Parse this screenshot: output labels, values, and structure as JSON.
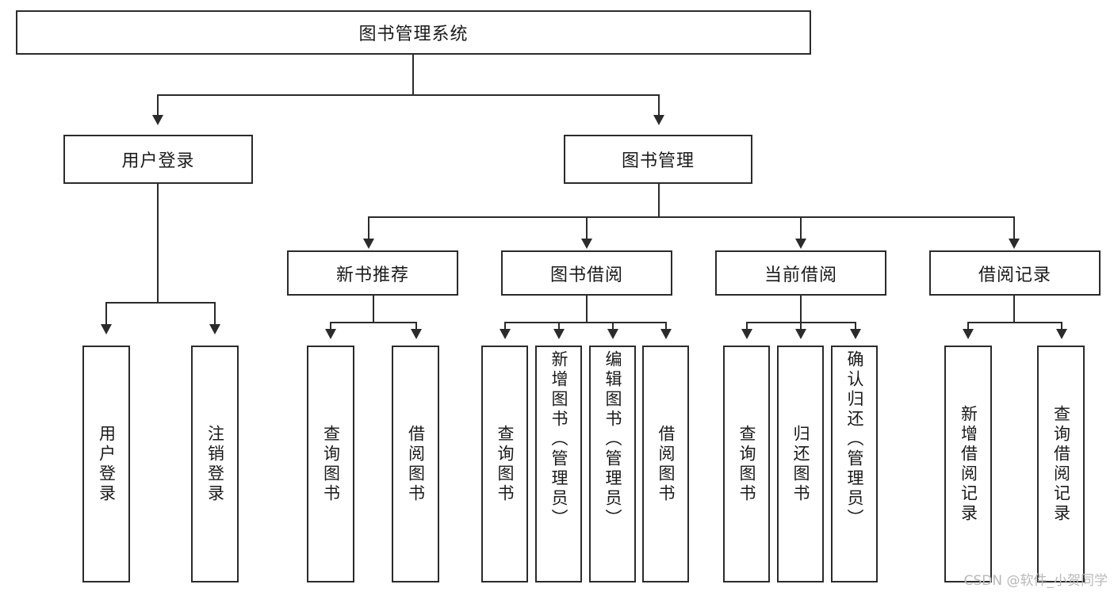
{
  "diagram": {
    "title": "图书管理系统",
    "type": "hierarchy-tree",
    "watermark": "CSDN @软件_小贺同学",
    "colors": {
      "stroke": "#2b2b2b",
      "fill": "#ffffff",
      "text": "#1a1a1a",
      "watermark": "#b9b9b9"
    },
    "levels": {
      "root": {
        "label": "图书管理系统"
      },
      "level2": [
        {
          "id": "user-login",
          "label": "用户登录"
        },
        {
          "id": "book-manage",
          "label": "图书管理"
        }
      ],
      "level3": [
        {
          "id": "new-book-rec",
          "label": "新书推荐"
        },
        {
          "id": "book-borrow",
          "label": "图书借阅"
        },
        {
          "id": "current-borrow",
          "label": "当前借阅"
        },
        {
          "id": "borrow-record",
          "label": "借阅记录"
        }
      ],
      "leaves": {
        "user-login": [
          {
            "id": "leaf-user-login",
            "label": "用户登录"
          },
          {
            "id": "leaf-user-logout",
            "label": "注销登录"
          }
        ],
        "new-book-rec": [
          {
            "id": "leaf-query-book-1",
            "label": "查询图书"
          },
          {
            "id": "leaf-borrow-book-1",
            "label": "借阅图书"
          }
        ],
        "book-borrow": [
          {
            "id": "leaf-query-book-2",
            "label": "查询图书"
          },
          {
            "id": "leaf-add-book",
            "label": "新增图书（管理员）"
          },
          {
            "id": "leaf-edit-book",
            "label": "编辑图书（管理员）"
          },
          {
            "id": "leaf-borrow-book-2",
            "label": "借阅图书"
          }
        ],
        "current-borrow": [
          {
            "id": "leaf-query-book-3",
            "label": "查询图书"
          },
          {
            "id": "leaf-return-book",
            "label": "归还图书"
          },
          {
            "id": "leaf-confirm-return",
            "label": "确认归还（管理员）"
          }
        ],
        "borrow-record": [
          {
            "id": "leaf-add-record",
            "label": "新增借阅记录"
          },
          {
            "id": "leaf-query-record",
            "label": "查询借阅记录"
          }
        ]
      }
    }
  }
}
